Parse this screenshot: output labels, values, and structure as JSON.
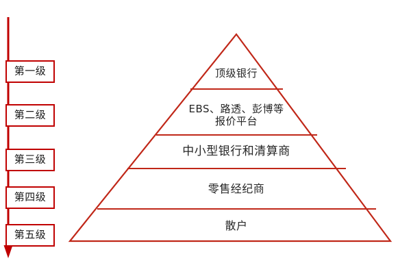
{
  "diagram": {
    "type": "pyramid-hierarchy",
    "accent_color": "#c00000",
    "line_color": "#c02718",
    "text_color": "#262626",
    "background_color": "#ffffff",
    "axis": {
      "name": "level-axis-arrow",
      "direction": "downward",
      "color": "#c00000"
    },
    "levels": [
      {
        "id": "level-1",
        "label": "第一级"
      },
      {
        "id": "level-2",
        "label": "第二级"
      },
      {
        "id": "level-3",
        "label": "第三级"
      },
      {
        "id": "level-4",
        "label": "第四级"
      },
      {
        "id": "level-5",
        "label": "第五级"
      }
    ],
    "tiers": [
      {
        "id": "tier-1",
        "label": "顶级银行"
      },
      {
        "id": "tier-2",
        "label": "EBS、路透、彭博等\n报价平台"
      },
      {
        "id": "tier-3",
        "label": "中小型银行和清算商"
      },
      {
        "id": "tier-4",
        "label": "零售经纪商"
      },
      {
        "id": "tier-5",
        "label": "散户"
      }
    ]
  }
}
